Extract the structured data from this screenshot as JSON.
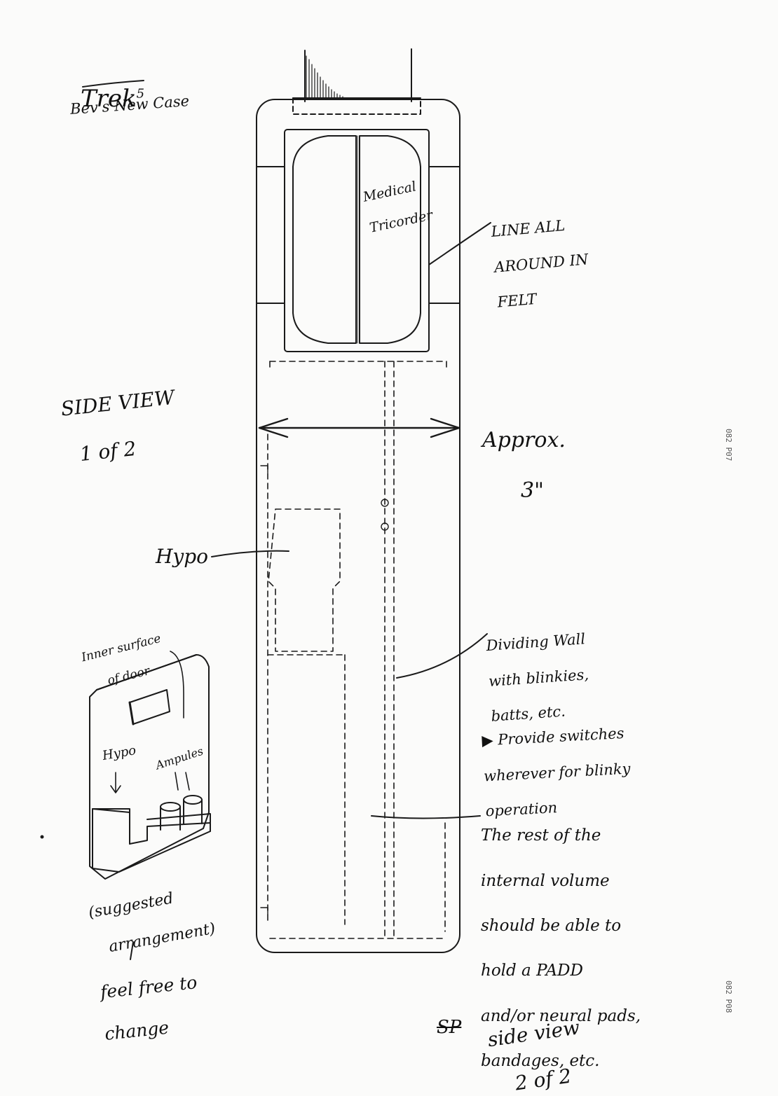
{
  "title": "Trek",
  "title_superscript": "5",
  "subtitle": "Bev's New Case",
  "side_view_1": [
    "SIDE VIEW",
    "1 of 2"
  ],
  "tricorder_label": [
    "Medical",
    "Tricorder"
  ],
  "felt_note": [
    "LINE ALL",
    "AROUND IN",
    "FELT"
  ],
  "width_note": [
    "Approx.",
    "3\""
  ],
  "hypo_label": "Hypo",
  "dividing_wall_note": [
    "Dividing Wall",
    "with blinkies,",
    "batts, etc."
  ],
  "switches_note": [
    "Provide switches",
    "wherever for blinky",
    "operation"
  ],
  "internal_volume_note": [
    "The rest of the",
    "internal volume",
    "should be able to",
    "hold a PADD",
    "and/or neural pads,",
    "bandages, etc."
  ],
  "door_inner_label": [
    "Inner surface",
    "of door"
  ],
  "door_hypo_label": "Hypo",
  "door_ampules_label": "Ampules",
  "suggested_note": [
    "(suggested",
    "arrangement)"
  ],
  "feel_free_note": [
    "feel free to",
    "change"
  ],
  "side_view_2_prefix": "SP",
  "side_view_2": [
    "side view",
    "2 of 2"
  ],
  "margin_code_1": "082 P07",
  "margin_code_2": "082 P08"
}
